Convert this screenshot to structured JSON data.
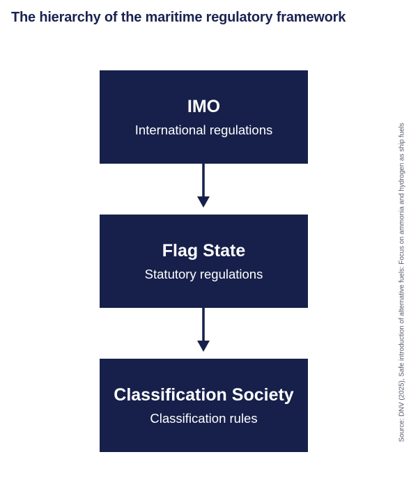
{
  "title": "The hierarchy of the maritime regulatory framework",
  "levels": [
    {
      "title": "IMO",
      "subtitle": "International regulations"
    },
    {
      "title": "Flag State",
      "subtitle": "Statutory regulations"
    },
    {
      "title": "Classification Society",
      "subtitle": "Classification rules"
    }
  ],
  "source": "Source: DNV (2025), Safe introduction of alternative fuels: Focus on ammonia and hydrogen as ship fuels",
  "colors": {
    "box": "#16204a",
    "title_text": "#1a2350",
    "box_text": "#ffffff"
  }
}
